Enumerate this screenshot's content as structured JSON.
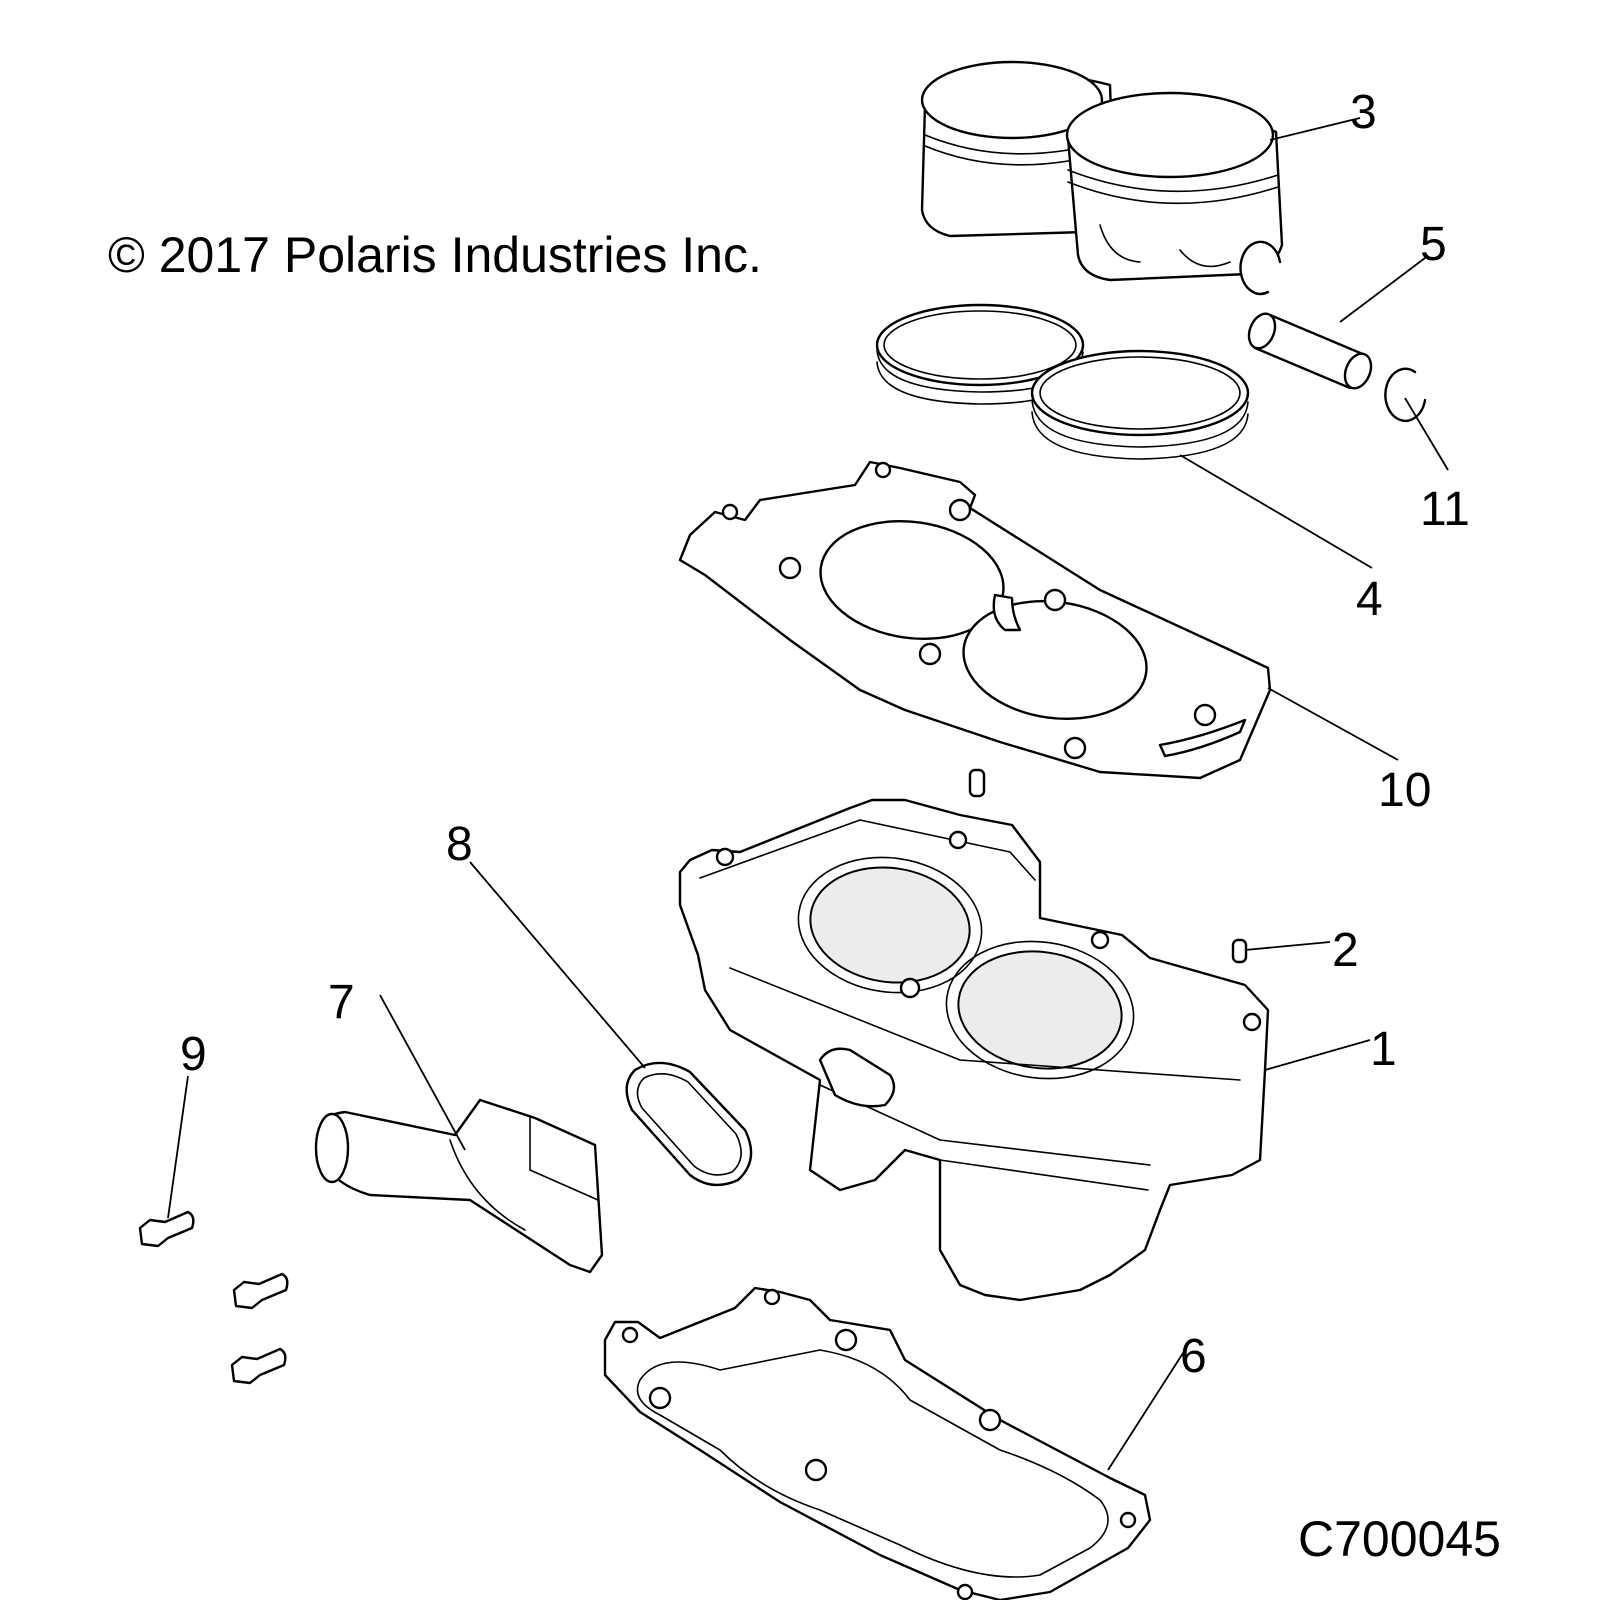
{
  "copyright": "© 2017 Polaris Industries Inc.",
  "figure_id": "C700045",
  "callouts": {
    "c1": "1",
    "c2": "2",
    "c3": "3",
    "c4": "4",
    "c5": "5",
    "c6": "6",
    "c7": "7",
    "c8": "8",
    "c9": "9",
    "c10": "10",
    "c11": "11"
  }
}
